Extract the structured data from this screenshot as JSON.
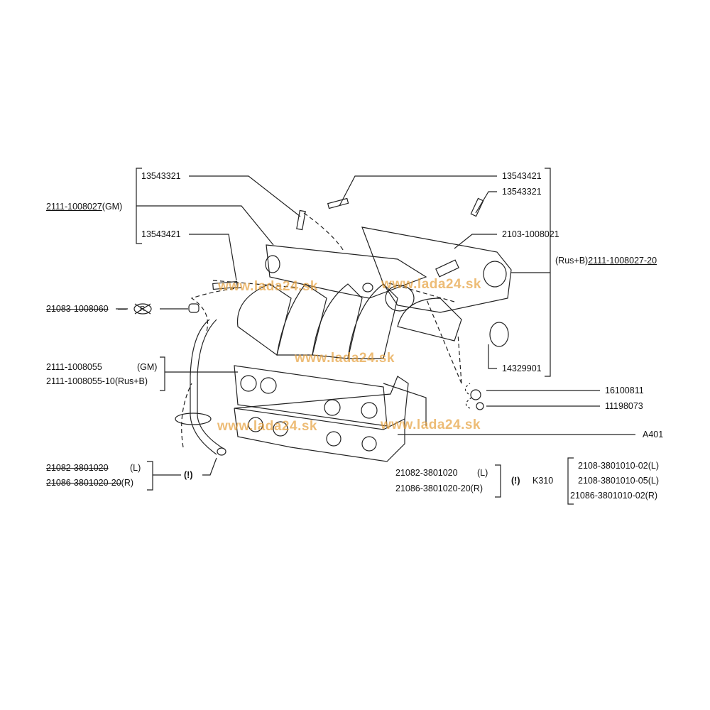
{
  "watermark": "www.lada24.sk",
  "labels": {
    "stud_top_left": "13543321",
    "manifold_gm_part": "2111-1008027",
    "manifold_gm_suffix": "(GM)",
    "stud_left": "13543421",
    "plug_part": "21083-1008060",
    "plug_dash": "—",
    "plug_symbol": "R",
    "gasket_gm": "2111-1008055",
    "gasket_gm_suffix": "(GM)",
    "gasket_rus": "2111-1008055-10(Rus+B)",
    "hose_l_left": "21082-3801020",
    "hose_l_left_suffix": "(L)",
    "hose_r_left": "21086-3801020-20",
    "hose_r_left_suffix": "(R)",
    "warn_left": "(!)",
    "stud_right_top": "13543421",
    "stud_right_2": "13543321",
    "fitting": "2103-1008021",
    "manifold_rus_prefix": "(Rus+B)",
    "manifold_rus_part": "2111-1008027-20",
    "ring": "14329901",
    "nut": "16100811",
    "washer": "11198073",
    "head": "A401",
    "hose_l_mid": "21082-3801020",
    "hose_l_mid_suffix": "(L)",
    "hose_r_mid": "21086-3801020-20(R)",
    "warn_mid": "(!)",
    "k310": "K310",
    "k_1": "2108-3801010-02(L)",
    "k_2": "2108-3801010-05(L)",
    "k_3": "21086-3801010-02(R)"
  }
}
